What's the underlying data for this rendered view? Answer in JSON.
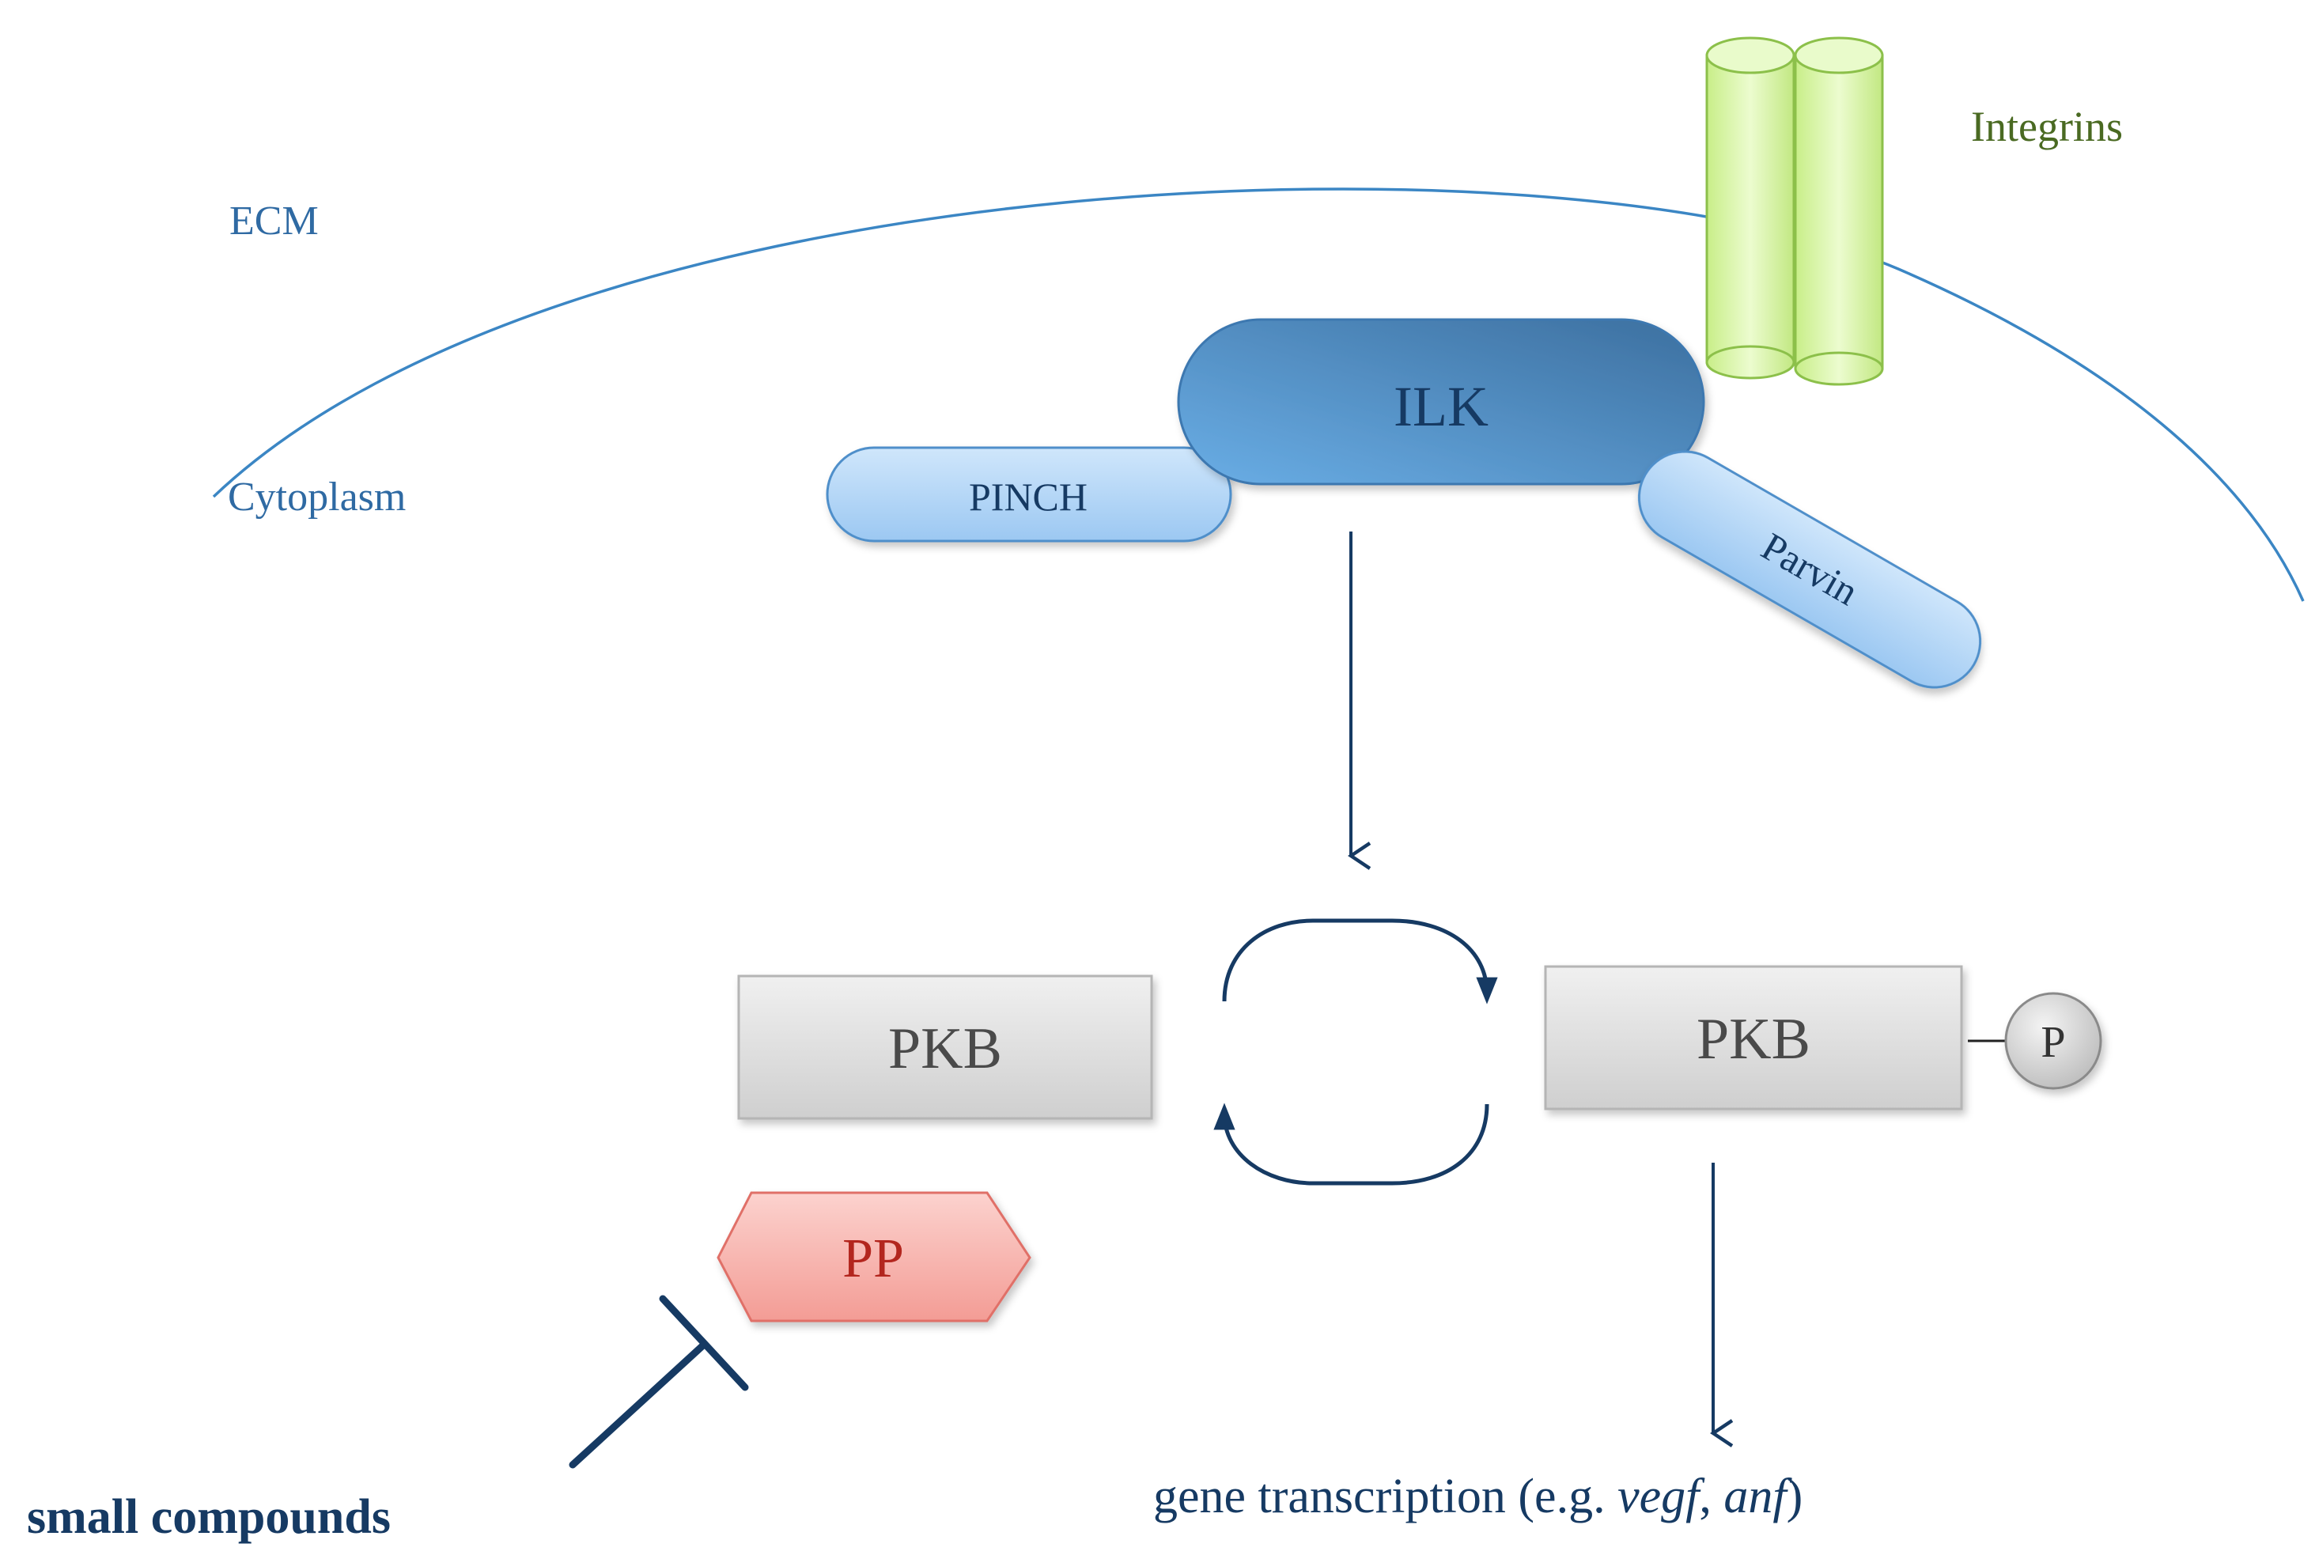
{
  "labels": {
    "ecm": "ECM",
    "cytoplasm": "Cytoplasm",
    "integrins": "Integrins",
    "ilk": "ILK",
    "pinch": "PINCH",
    "parvin": "Parvin",
    "pkb_left": "PKB",
    "pkb_right": "PKB",
    "phosphate": "P",
    "pp": "PP",
    "small_compounds": "small compounds",
    "gene_prefix": "gene transcription (e.g. ",
    "gene_vegf": "vegf",
    "gene_sep": ", ",
    "gene_anf": "anf",
    "gene_suffix": ")"
  },
  "colors": {
    "membrane": "#3b86c4",
    "label_blue": "#2f6aa3",
    "integrin_fill": "#d9f5a6",
    "integrin_stroke": "#8cc04a",
    "integrin_text": "#4a6a22",
    "ilk_fill": "#4f8fca",
    "pinch_fill": "#b8d8f6",
    "dark_navy": "#163a63",
    "pkb_fill": "#dedede",
    "pkb_text": "#4a4a4a",
    "pp_fill": "#f7b9b3",
    "pp_stroke": "#e07068",
    "pp_text": "#b3261e"
  }
}
